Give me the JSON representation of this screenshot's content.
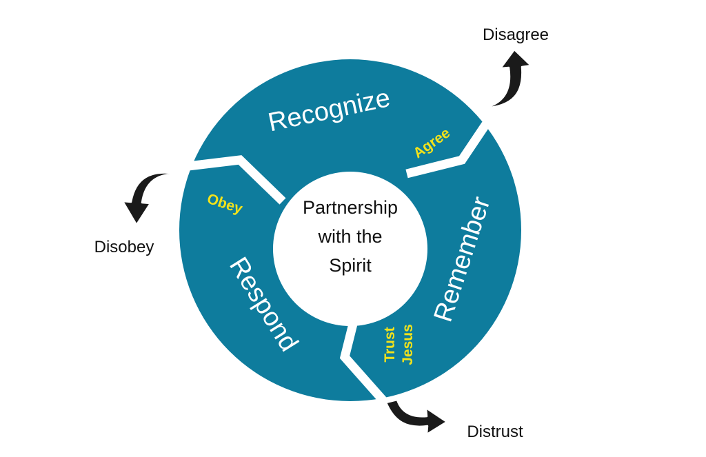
{
  "center": {
    "line1": "Partnership",
    "line2": "with the",
    "line3": "Spirit"
  },
  "segments": {
    "recognize": {
      "label": "Recognize",
      "sub": "Agree"
    },
    "remember": {
      "label": "Remember",
      "sub_line1": "Trust",
      "sub_line2": "Jesus"
    },
    "respond": {
      "label": "Respond",
      "sub": "Obey"
    }
  },
  "outcomes": {
    "disagree": "Disagree",
    "distrust": "Distrust",
    "disobey": "Disobey"
  },
  "colors": {
    "ring": "#0e7c9d",
    "sub_text": "#f2e21b",
    "arrow": "#1a1a1a"
  }
}
